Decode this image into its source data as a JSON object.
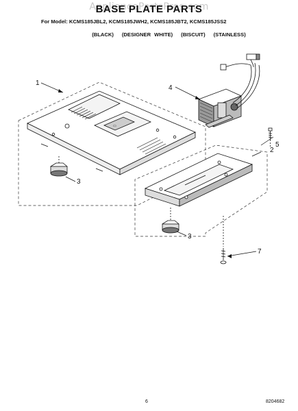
{
  "watermark": "AppliancePartsPros.com",
  "title": "BASE PLATE PARTS",
  "models": "For Model: KCMS185JBL2, KCMS185JWH2, KCMS185JBT2, KCMS185JSS2",
  "colors": [
    "(BLACK)",
    "(DESIGNER WHITE)",
    "(BISCUIT)",
    "(STAINLESS)"
  ],
  "callouts": {
    "c1": "1",
    "c2": "2",
    "c3a": "3",
    "c3b": "3",
    "c4": "4",
    "c5": "5",
    "c7": "7"
  },
  "footer": {
    "page": "6",
    "doc": "8204682"
  }
}
